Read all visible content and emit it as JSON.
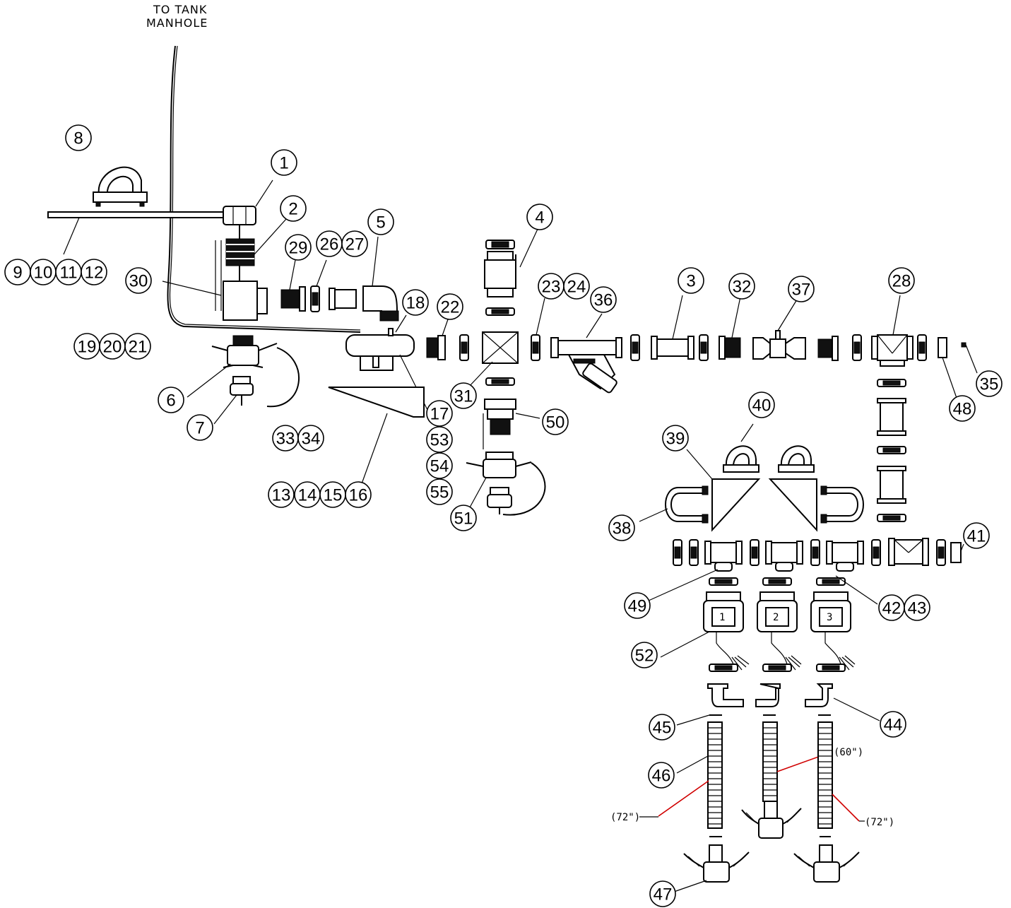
{
  "header": {
    "line1": "TO TANK",
    "line2": "MANHOLE"
  },
  "callouts": {
    "c1": "1",
    "c2": "2",
    "c3": "3",
    "c4": "4",
    "c5": "5",
    "c6": "6",
    "c7": "7",
    "c8": "8",
    "c9": "9",
    "c10": "10",
    "c11": "11",
    "c12": "12",
    "c13": "13",
    "c14": "14",
    "c15": "15",
    "c16": "16",
    "c17": "17",
    "c18": "18",
    "c19": "19",
    "c20": "20",
    "c21": "21",
    "c22": "22",
    "c23": "23",
    "c24": "24",
    "c26": "26",
    "c27": "27",
    "c28": "28",
    "c29": "29",
    "c30": "30",
    "c31": "31",
    "c32": "32",
    "c33": "33",
    "c34": "34",
    "c35": "35",
    "c36": "36",
    "c37": "37",
    "c38": "38",
    "c39": "39",
    "c40": "40",
    "c41": "41",
    "c42": "42",
    "c43": "43",
    "c44": "44",
    "c45": "45",
    "c46": "46",
    "c47": "47",
    "c48": "48",
    "c49": "49",
    "c50": "50",
    "c51": "51",
    "c52": "52",
    "c53": "53",
    "c54": "54",
    "c55": "55"
  },
  "meters": {
    "m1": "1",
    "m2": "2",
    "m3": "3"
  },
  "hose_lengths": {
    "left": "(72\")",
    "center": "(60\")",
    "right": "(72\")"
  }
}
